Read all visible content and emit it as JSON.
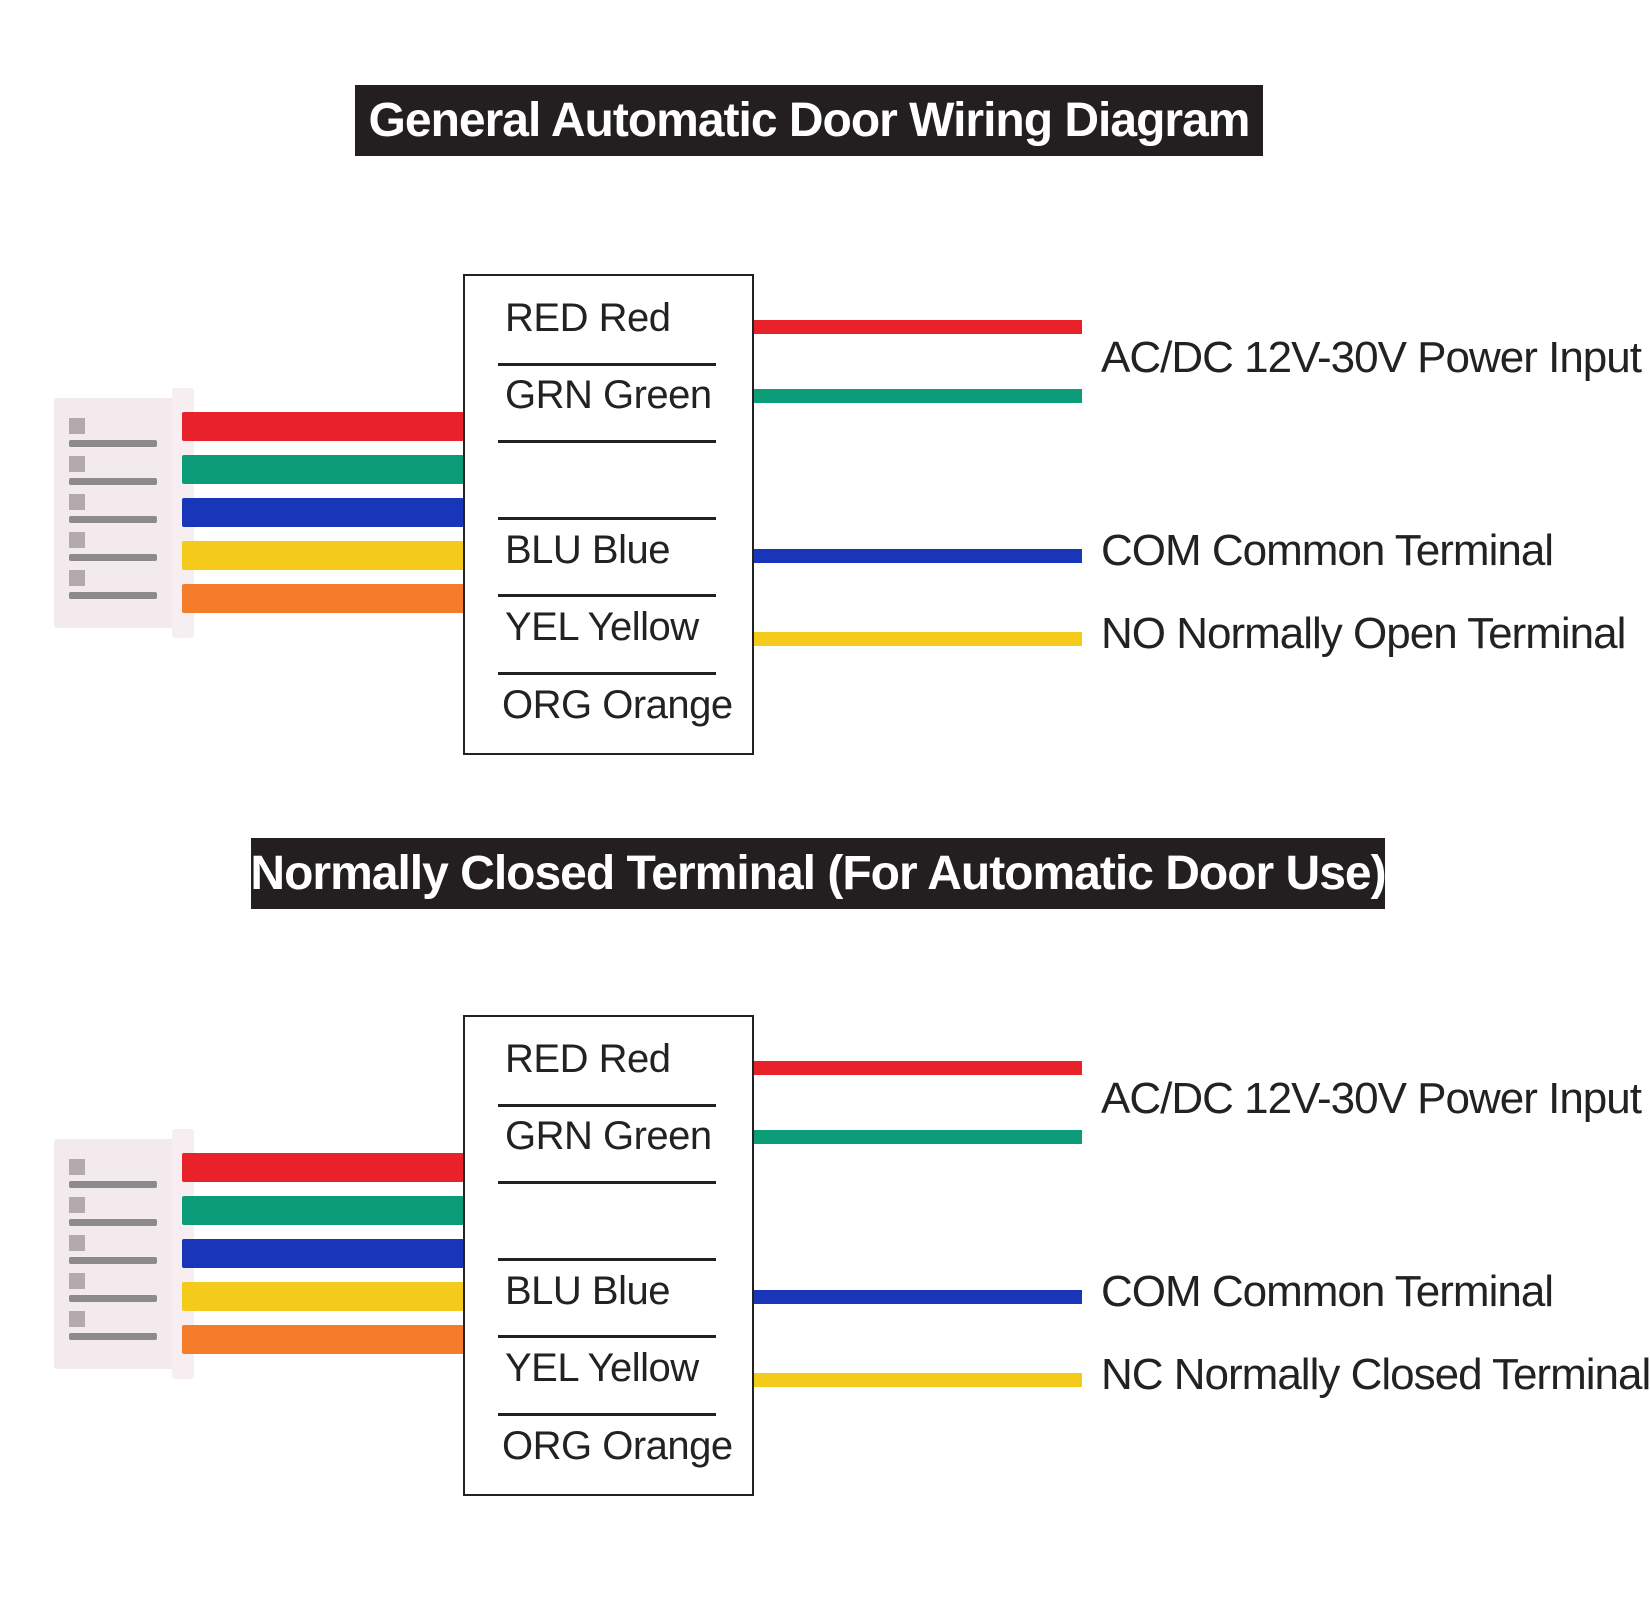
{
  "diagrams": [
    {
      "title": "General Automatic Door Wiring Diagram",
      "legend": {
        "red": "RED Red",
        "green": "GRN Green",
        "blue": "BLU Blue",
        "yellow": "YEL Yellow",
        "orange": "ORG Orange"
      },
      "terminals": {
        "power": "AC/DC 12V-30V Power Input",
        "common": "COM Common Terminal",
        "contact": "NO Normally Open Terminal"
      }
    },
    {
      "title": "Normally Closed Terminal (For Automatic Door Use)",
      "legend": {
        "red": "RED Red",
        "green": "GRN Green",
        "blue": "BLU Blue",
        "yellow": "YEL Yellow",
        "orange": "ORG Orange"
      },
      "terminals": {
        "power": "AC/DC 12V-30V Power Input",
        "common": "COM Common Terminal",
        "contact": "NC Normally Closed Terminal"
      }
    }
  ],
  "colors": {
    "red": "#e8212a",
    "green": "#0d9c78",
    "blue": "#1a36b8",
    "yellow": "#f5cb1b",
    "orange": "#f47c2a"
  }
}
